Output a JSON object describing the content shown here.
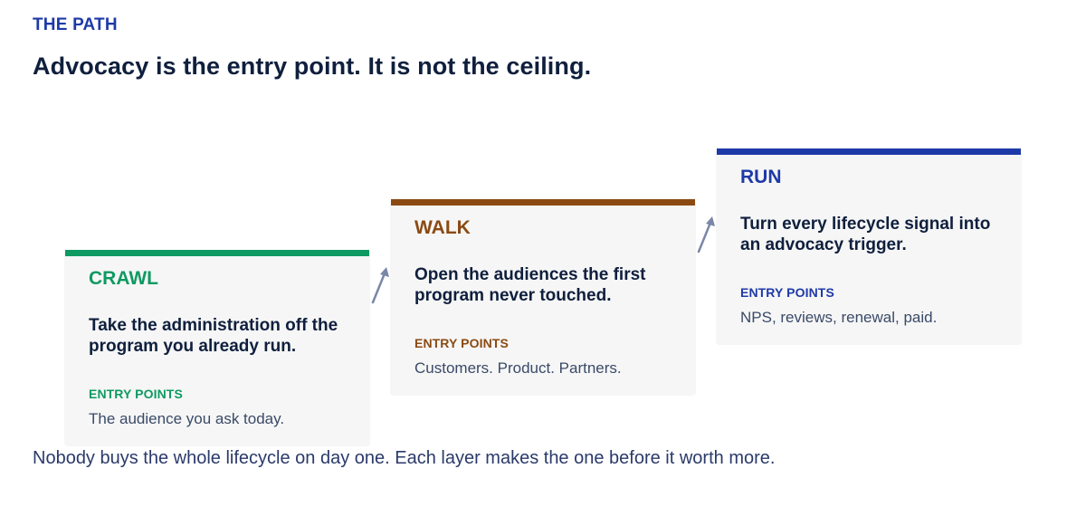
{
  "eyebrow": "THE PATH",
  "headline": "Advocacy is the entry point. It is not the ceiling.",
  "stages": [
    {
      "name": "CRAWL",
      "description": "Take the administration off the program you already run.",
      "entry_points_label": "ENTRY POINTS",
      "entry_points": "The audience you ask today.",
      "color": "#0e9a62"
    },
    {
      "name": "WALK",
      "description": "Open the audiences the first program never touched.",
      "entry_points_label": "ENTRY POINTS",
      "entry_points": "Customers. Product. Partners.",
      "color": "#8b4a12"
    },
    {
      "name": "RUN",
      "description": "Turn every lifecycle signal into an advocacy trigger.",
      "entry_points_label": "ENTRY POINTS",
      "entry_points": "NPS, reviews, renewal, paid.",
      "color": "#1e3aa8"
    }
  ],
  "footer": "Nobody buys the whole lifecycle on day one. Each layer makes the one before it worth more.",
  "colors": {
    "text_dark": "#0f1f3d",
    "accent_blue": "#1e3aa8",
    "arrow": "#7a87a8",
    "card_bg": "#f6f6f6"
  },
  "icons": {
    "connector": "arrow-up-right-icon"
  }
}
